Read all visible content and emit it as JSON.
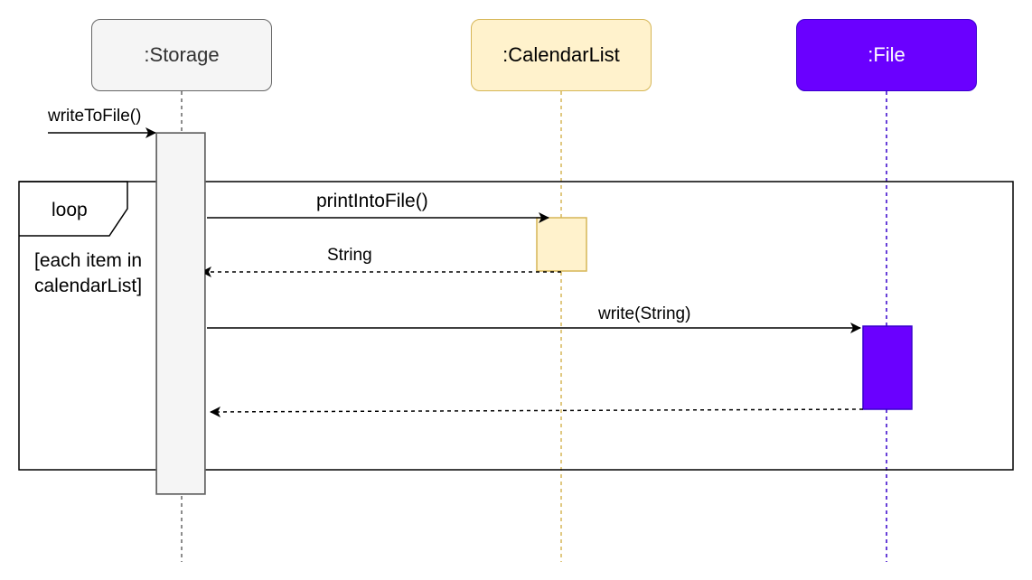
{
  "lifelines": [
    {
      "label": ":Storage",
      "fill": "#f5f5f5",
      "stroke": "#666666",
      "text_color": "#333333"
    },
    {
      "label": ":CalendarList",
      "fill": "#fff2cc",
      "stroke": "#d6b656",
      "text_color": "#000000"
    },
    {
      "label": ":File",
      "fill": "#6a00ff",
      "stroke": "#3700cc",
      "text_color": "#ffffff"
    }
  ],
  "messages": {
    "entry": "writeToFile()",
    "call_calendar": "printIntoFile()",
    "return_calendar": "String",
    "call_file": "write(String)"
  },
  "loop": {
    "label": "loop",
    "guard_line1": "[each item in",
    "guard_line2": "calendarList]"
  }
}
